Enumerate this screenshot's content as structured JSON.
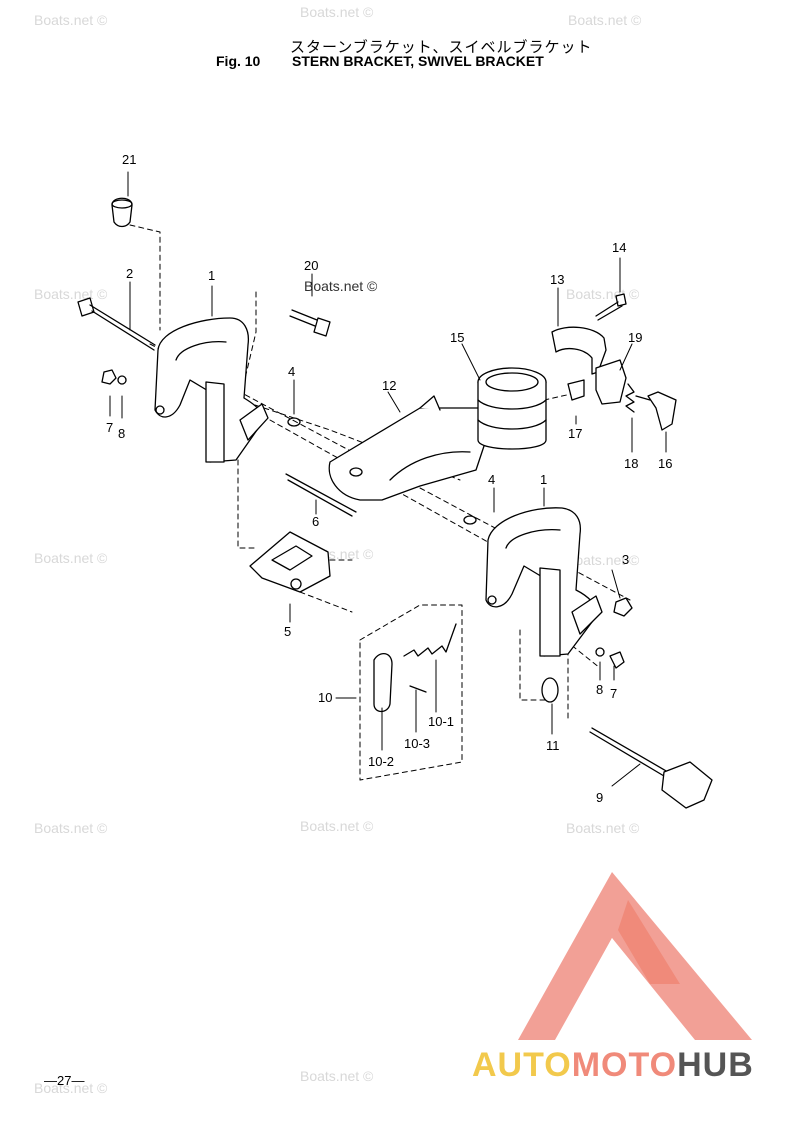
{
  "header": {
    "title_jp": "スターンブラケット、スイベルブラケット",
    "fig": "Fig. 10",
    "title_en": "STERN BRACKET, SWIVEL BRACKET"
  },
  "page_number": "—27—",
  "watermark_text": "Boats.net ©",
  "brand": {
    "part1": "AUTO",
    "part2": "MOTO",
    "part3": "HUB"
  },
  "callouts": {
    "p21": "21",
    "p2": "2",
    "p1a": "1",
    "p20": "20",
    "p14": "14",
    "p13": "13",
    "p19": "19",
    "p15": "15",
    "p4a": "4",
    "p12": "12",
    "p7a": "7",
    "p8a": "8",
    "p17": "17",
    "p18": "18",
    "p16": "16",
    "p4b": "4",
    "p1b": "1",
    "p6": "6",
    "p3": "3",
    "p5": "5",
    "p10": "10",
    "p10_1": "10-1",
    "p10_3": "10-3",
    "p10_2": "10-2",
    "p8b": "8",
    "p7b": "7",
    "p11": "11",
    "p9": "9"
  },
  "colors": {
    "logo_red": "#f08a7a",
    "logo_yellow": "#f2c94c",
    "logo_gray": "#555555",
    "watermark": "#d8d8d8"
  }
}
